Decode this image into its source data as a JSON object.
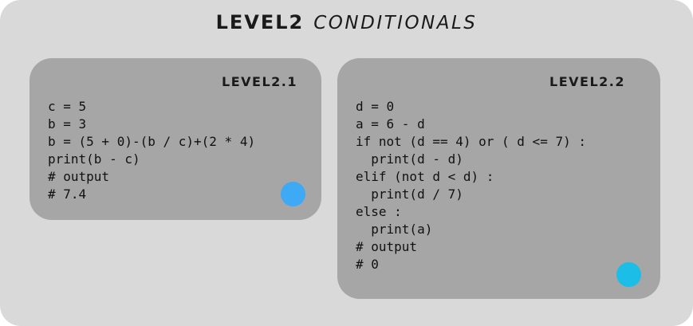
{
  "header": {
    "level": "LEVEL2",
    "topic": "CONDITIONALS"
  },
  "cards": [
    {
      "title": "LEVEL2.1",
      "code": "c = 5\nb = 3\nb = (5 + 0)-(b / c)+(2 * 4)\nprint(b - c)\n# output\n# 7.4",
      "dot_color": "#3ea9f5"
    },
    {
      "title": "LEVEL2.2",
      "code": "d = 0\na = 6 - d\nif not (d == 4) or ( d <= 7) :\n  print(d - d)\nelif (not d < d) :\n  print(d / 7)\nelse :\n  print(a)\n# output\n# 0",
      "dot_color": "#1cbde6"
    }
  ],
  "colors": {
    "panel_background": "#d9d9d9",
    "card_background": "#a6a6a6",
    "text": "#1a1a1a"
  }
}
